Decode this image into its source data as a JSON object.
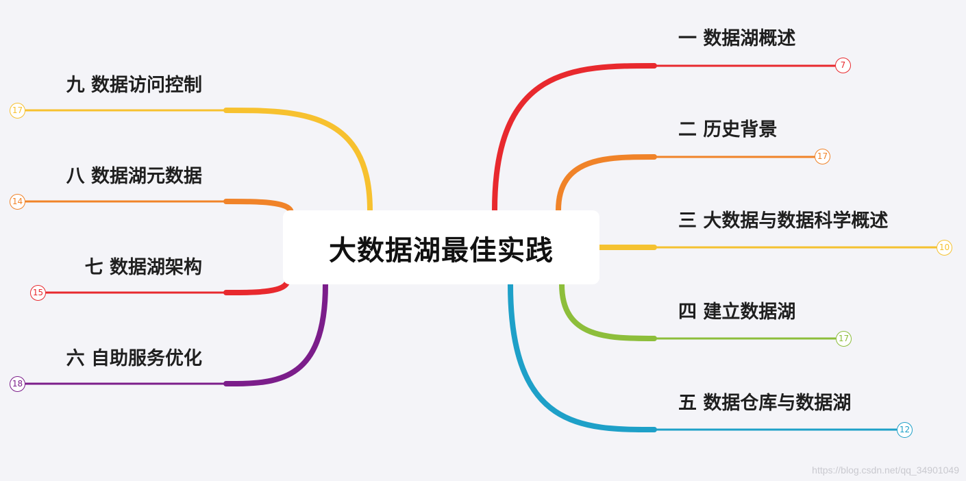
{
  "root": {
    "title": "大数据湖最佳实践"
  },
  "branches": [
    {
      "label": "一 数据湖概述",
      "count": "7",
      "color": "#e8292e",
      "side": "right"
    },
    {
      "label": "二 历史背景",
      "count": "17",
      "color": "#f08329",
      "side": "right"
    },
    {
      "label": "三 大数据与数据科学概述",
      "count": "10",
      "color": "#f5c231",
      "side": "right"
    },
    {
      "label": "四 建立数据湖",
      "count": "17",
      "color": "#8dbe3b",
      "side": "right"
    },
    {
      "label": "五 数据仓库与数据湖",
      "count": "12",
      "color": "#1ea0c8",
      "side": "right"
    },
    {
      "label": "九 数据访问控制",
      "count": "17",
      "color": "#f7c12f",
      "side": "left"
    },
    {
      "label": "八 数据湖元数据",
      "count": "14",
      "color": "#f08329",
      "side": "left"
    },
    {
      "label": "七 数据湖架构",
      "count": "15",
      "color": "#e8292e",
      "side": "left"
    },
    {
      "label": "六 自助服务优化",
      "count": "18",
      "color": "#7b1d8a",
      "side": "left"
    }
  ],
  "watermark": "https://blog.csdn.net/qq_34901049"
}
